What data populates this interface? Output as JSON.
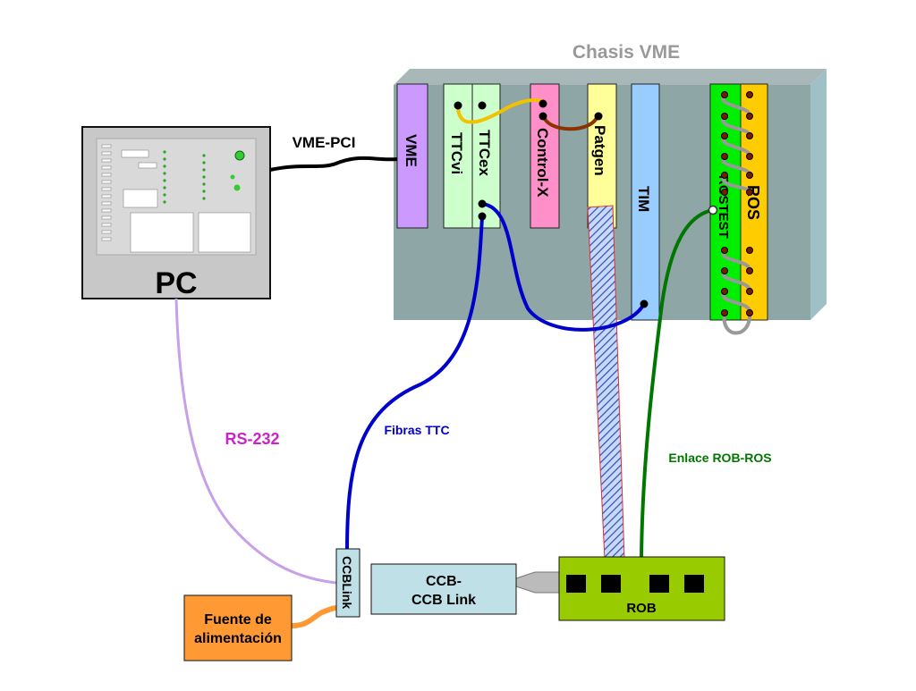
{
  "title": "Chasis VME",
  "crate": {
    "cards": {
      "vme": "VME",
      "ttcvi": "TTCvi",
      "ttcex": "TTCex",
      "controlx": "Control-X",
      "patgen": "Patgen",
      "tim": "TIM",
      "rostest": "ROSTEST",
      "ros": "ROS"
    }
  },
  "pc": {
    "label": "PC",
    "link_label": "VME-PCI"
  },
  "links": {
    "rs232": "RS-232",
    "fibras_ttc": "Fibras TTC",
    "enlace_rob_ros": "Enlace ROB-ROS"
  },
  "modules": {
    "ccblink": "CCBLink",
    "ccb_line1": "CCB-",
    "ccb_line2": "CCB Link",
    "rob": "ROB",
    "fuente_line1": "Fuente de",
    "fuente_line2": "alimentación"
  },
  "colors": {
    "vme": "#cc99ff",
    "ttc": "#ccffcc",
    "controlx": "#ff8fc8",
    "patgen": "#ffff99",
    "tim": "#99ccff",
    "rostest": "#00ee00",
    "ros": "#ffcc00",
    "rob": "#99cc00",
    "ccb": "#bfe0e6",
    "fuente": "#ff9933",
    "fiber_blue": "#0000cc",
    "rob_ros_green": "#007700",
    "rs232_lilac": "#c8a0e8"
  }
}
